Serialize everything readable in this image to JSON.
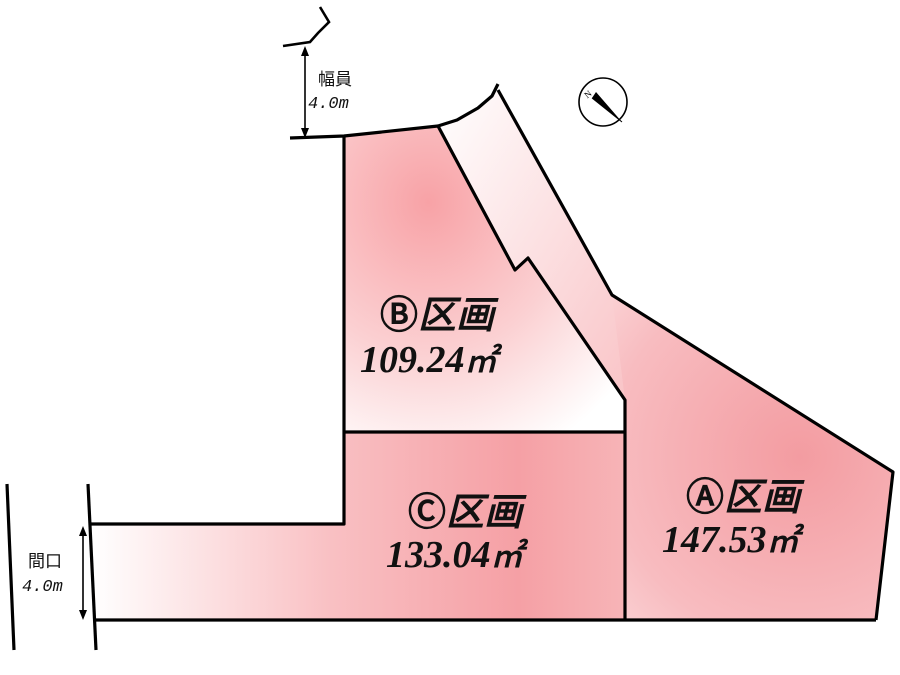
{
  "road": {
    "label": "幅員",
    "width": "4.0m"
  },
  "frontage": {
    "label": "間口",
    "width": "4.0m"
  },
  "lots": {
    "a": {
      "marker": "Ⓐ",
      "name": "区画",
      "area": "147.53",
      "unit": "㎡"
    },
    "b": {
      "marker": "Ⓑ",
      "name": "区画",
      "area": "109.24",
      "unit": "㎡"
    },
    "c": {
      "marker": "Ⓒ",
      "name": "区画",
      "area": "133.04",
      "unit": "㎡"
    }
  },
  "compass": {
    "north_label": "N"
  },
  "colors": {
    "lot_fill": "#f7a3a7",
    "lot_fill_light": "#ffffff",
    "outline": "#000000"
  }
}
